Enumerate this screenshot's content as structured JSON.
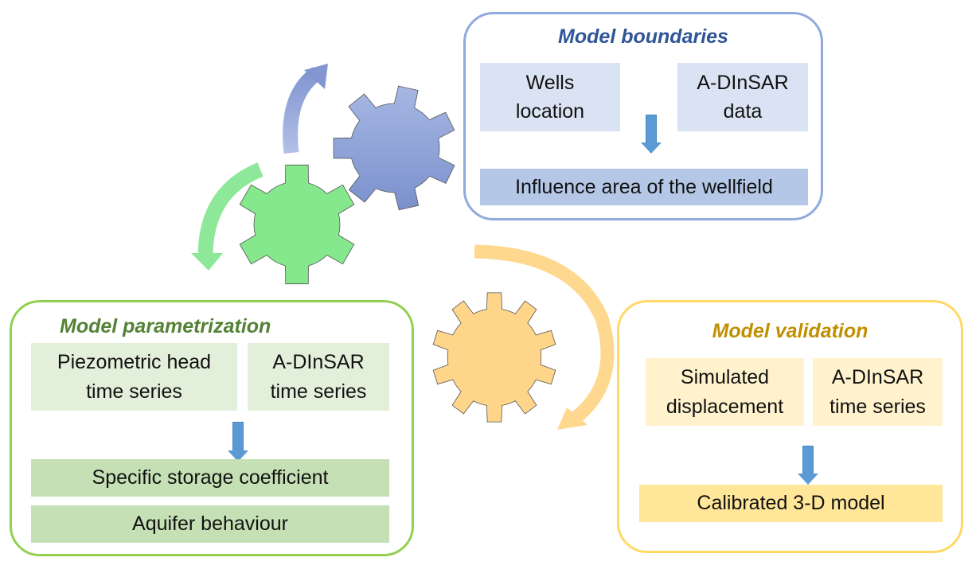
{
  "colors": {
    "boundaries_accent": "#2f5597",
    "boundaries_border": "#8faadc",
    "boundaries_box_light": "#dae3f3",
    "boundaries_box_dark": "#b4c7e7",
    "parametrization_accent": "#548235",
    "parametrization_border": "#92d050",
    "parametrization_box_light": "#e2efda",
    "parametrization_box_dark": "#c5e0b4",
    "validation_accent": "#bf9000",
    "validation_border": "#ffd966",
    "validation_box_light": "#fff2cc",
    "validation_box_dark": "#ffe699",
    "flow_arrow": "#5b9bd5",
    "gear_blue": "#8ea2d6",
    "gear_green": "#86e88c",
    "gear_orange": "#ffd58a"
  },
  "boundaries": {
    "title": "Model boundaries",
    "inputs": [
      "Wells\nlocation",
      "A-DInSAR\ndata"
    ],
    "outputs": [
      "Influence area of the wellfield"
    ]
  },
  "parametrization": {
    "title": "Model parametrization",
    "inputs": [
      "Piezometric head\ntime series",
      "A-DInSAR\ntime series"
    ],
    "outputs": [
      "Specific storage coefficient",
      "Aquifer behaviour"
    ]
  },
  "validation": {
    "title": "Model validation",
    "inputs": [
      "Simulated\ndisplacement",
      "A-DInSAR\ntime series"
    ],
    "outputs": [
      "Calibrated 3-D model"
    ]
  },
  "gears": [
    {
      "name": "blue",
      "teeth": 7
    },
    {
      "name": "green",
      "teeth": 6
    },
    {
      "name": "orange",
      "teeth": 10
    }
  ]
}
